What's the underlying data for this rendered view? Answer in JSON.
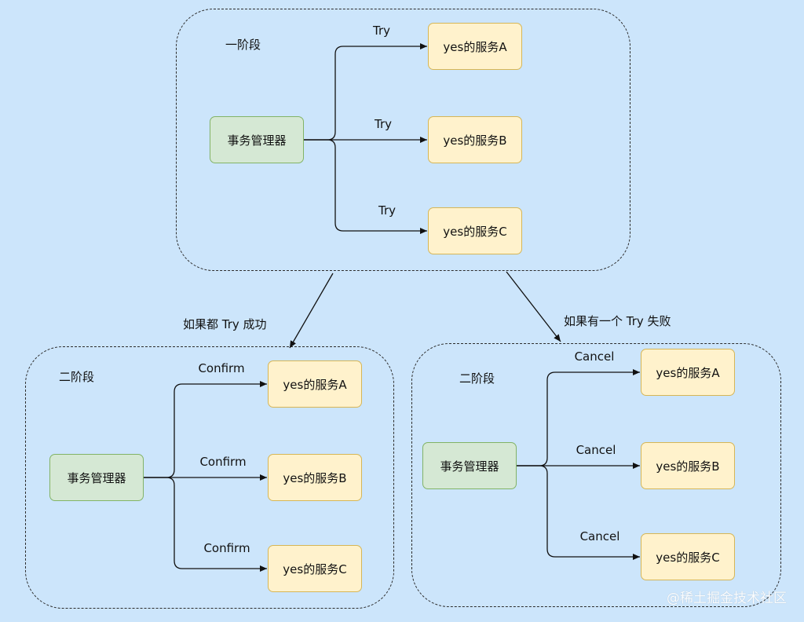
{
  "phase_one": {
    "stage_label": "一阶段",
    "manager_label": "事务管理器",
    "services": [
      {
        "label": "yes的服务A",
        "edge_label": "Try"
      },
      {
        "label": "yes的服务B",
        "edge_label": "Try"
      },
      {
        "label": "yes的服务C",
        "edge_label": "Try"
      }
    ]
  },
  "outcomes": {
    "success_label": "如果都 Try 成功",
    "failure_label": "如果有一个 Try 失败"
  },
  "phase_two_confirm": {
    "stage_label": "二阶段",
    "manager_label": "事务管理器",
    "services": [
      {
        "label": "yes的服务A",
        "edge_label": "Confirm"
      },
      {
        "label": "yes的服务B",
        "edge_label": "Confirm"
      },
      {
        "label": "yes的服务C",
        "edge_label": "Confirm"
      }
    ]
  },
  "phase_two_cancel": {
    "stage_label": "二阶段",
    "manager_label": "事务管理器",
    "services": [
      {
        "label": "yes的服务A",
        "edge_label": "Cancel"
      },
      {
        "label": "yes的服务B",
        "edge_label": "Cancel"
      },
      {
        "label": "yes的服务C",
        "edge_label": "Cancel"
      }
    ]
  },
  "watermark": "@稀土掘金技术社区",
  "colors": {
    "background": "#cce5fb",
    "manager_fill": "#d5e8d4",
    "manager_stroke": "#82b366",
    "service_fill": "#fff2cc",
    "service_stroke": "#d6b656"
  }
}
